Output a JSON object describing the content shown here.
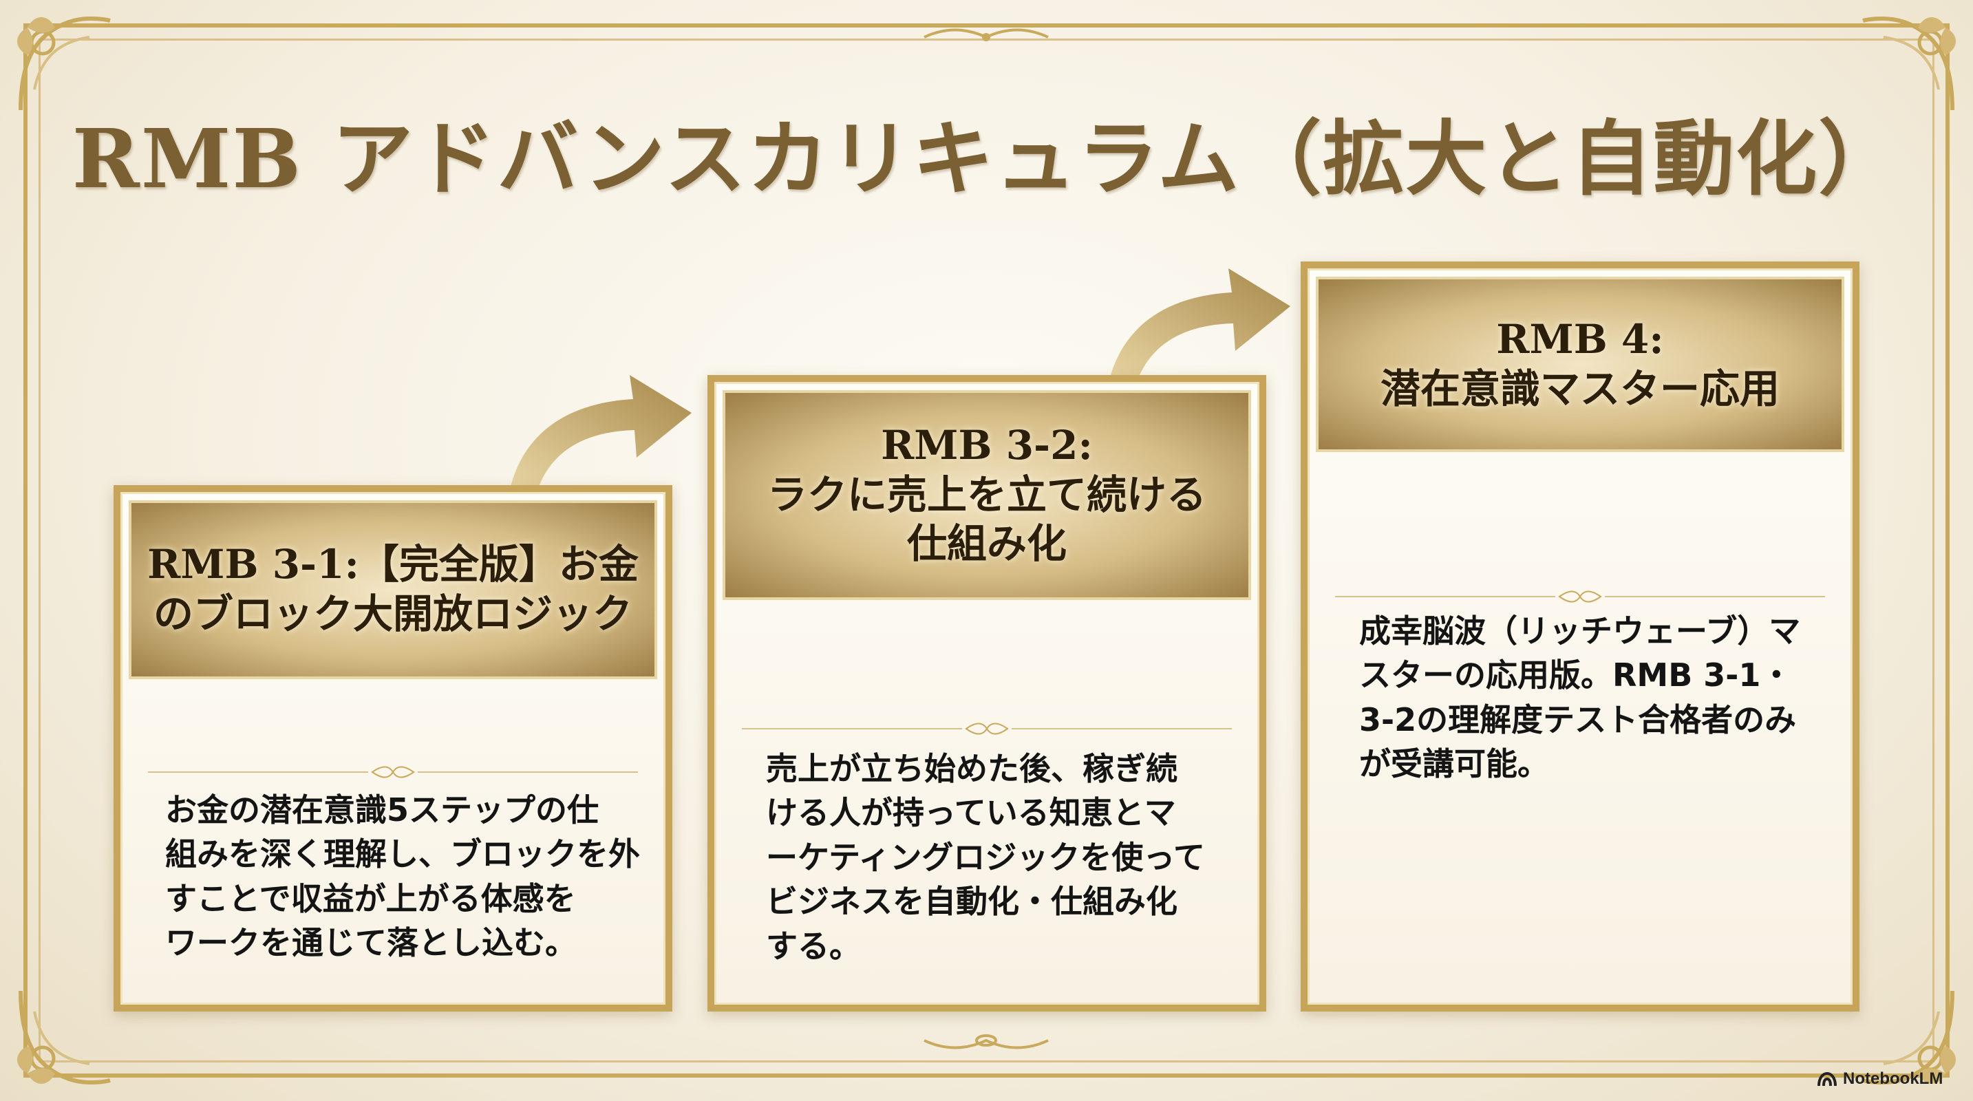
{
  "slide": {
    "title": "RMB アドバンスカリキュラム（拡大と自動化）"
  },
  "cards": [
    {
      "head_lines": [
        "RMB 3-1:【完全版】お金",
        "のブロック大開放ロジック"
      ],
      "body_lines": [
        "お金の潜在意識5ステップの仕",
        "組みを深く理解し、ブロックを外",
        "すことで収益が上がる体感を",
        "ワークを通じて落とし込む。"
      ]
    },
    {
      "head_lines": [
        "RMB 3-2:",
        "ラクに売上を立て続ける",
        "仕組み化"
      ],
      "body_lines": [
        "売上が立ち始めた後、稼ぎ続",
        "ける人が持っている知恵とマ",
        "ーケティングロジックを使って",
        "ビジネスを自動化・仕組み化",
        "する。"
      ]
    },
    {
      "head_lines": [
        "RMB 4:",
        "潜在意識マスター応用"
      ],
      "body_lines": [
        "成幸脳波（リッチウェーブ）マ",
        "スターの応用版。RMB 3-1・",
        "3-2の理解度テスト合格者のみ",
        "が受講可能。"
      ]
    }
  ],
  "badge": {
    "label": "NotebookLM",
    "icon": "notebooklm-logo-icon"
  },
  "colors": {
    "gold": "#c6a55b",
    "title": "#7a6032",
    "text": "#141414"
  }
}
